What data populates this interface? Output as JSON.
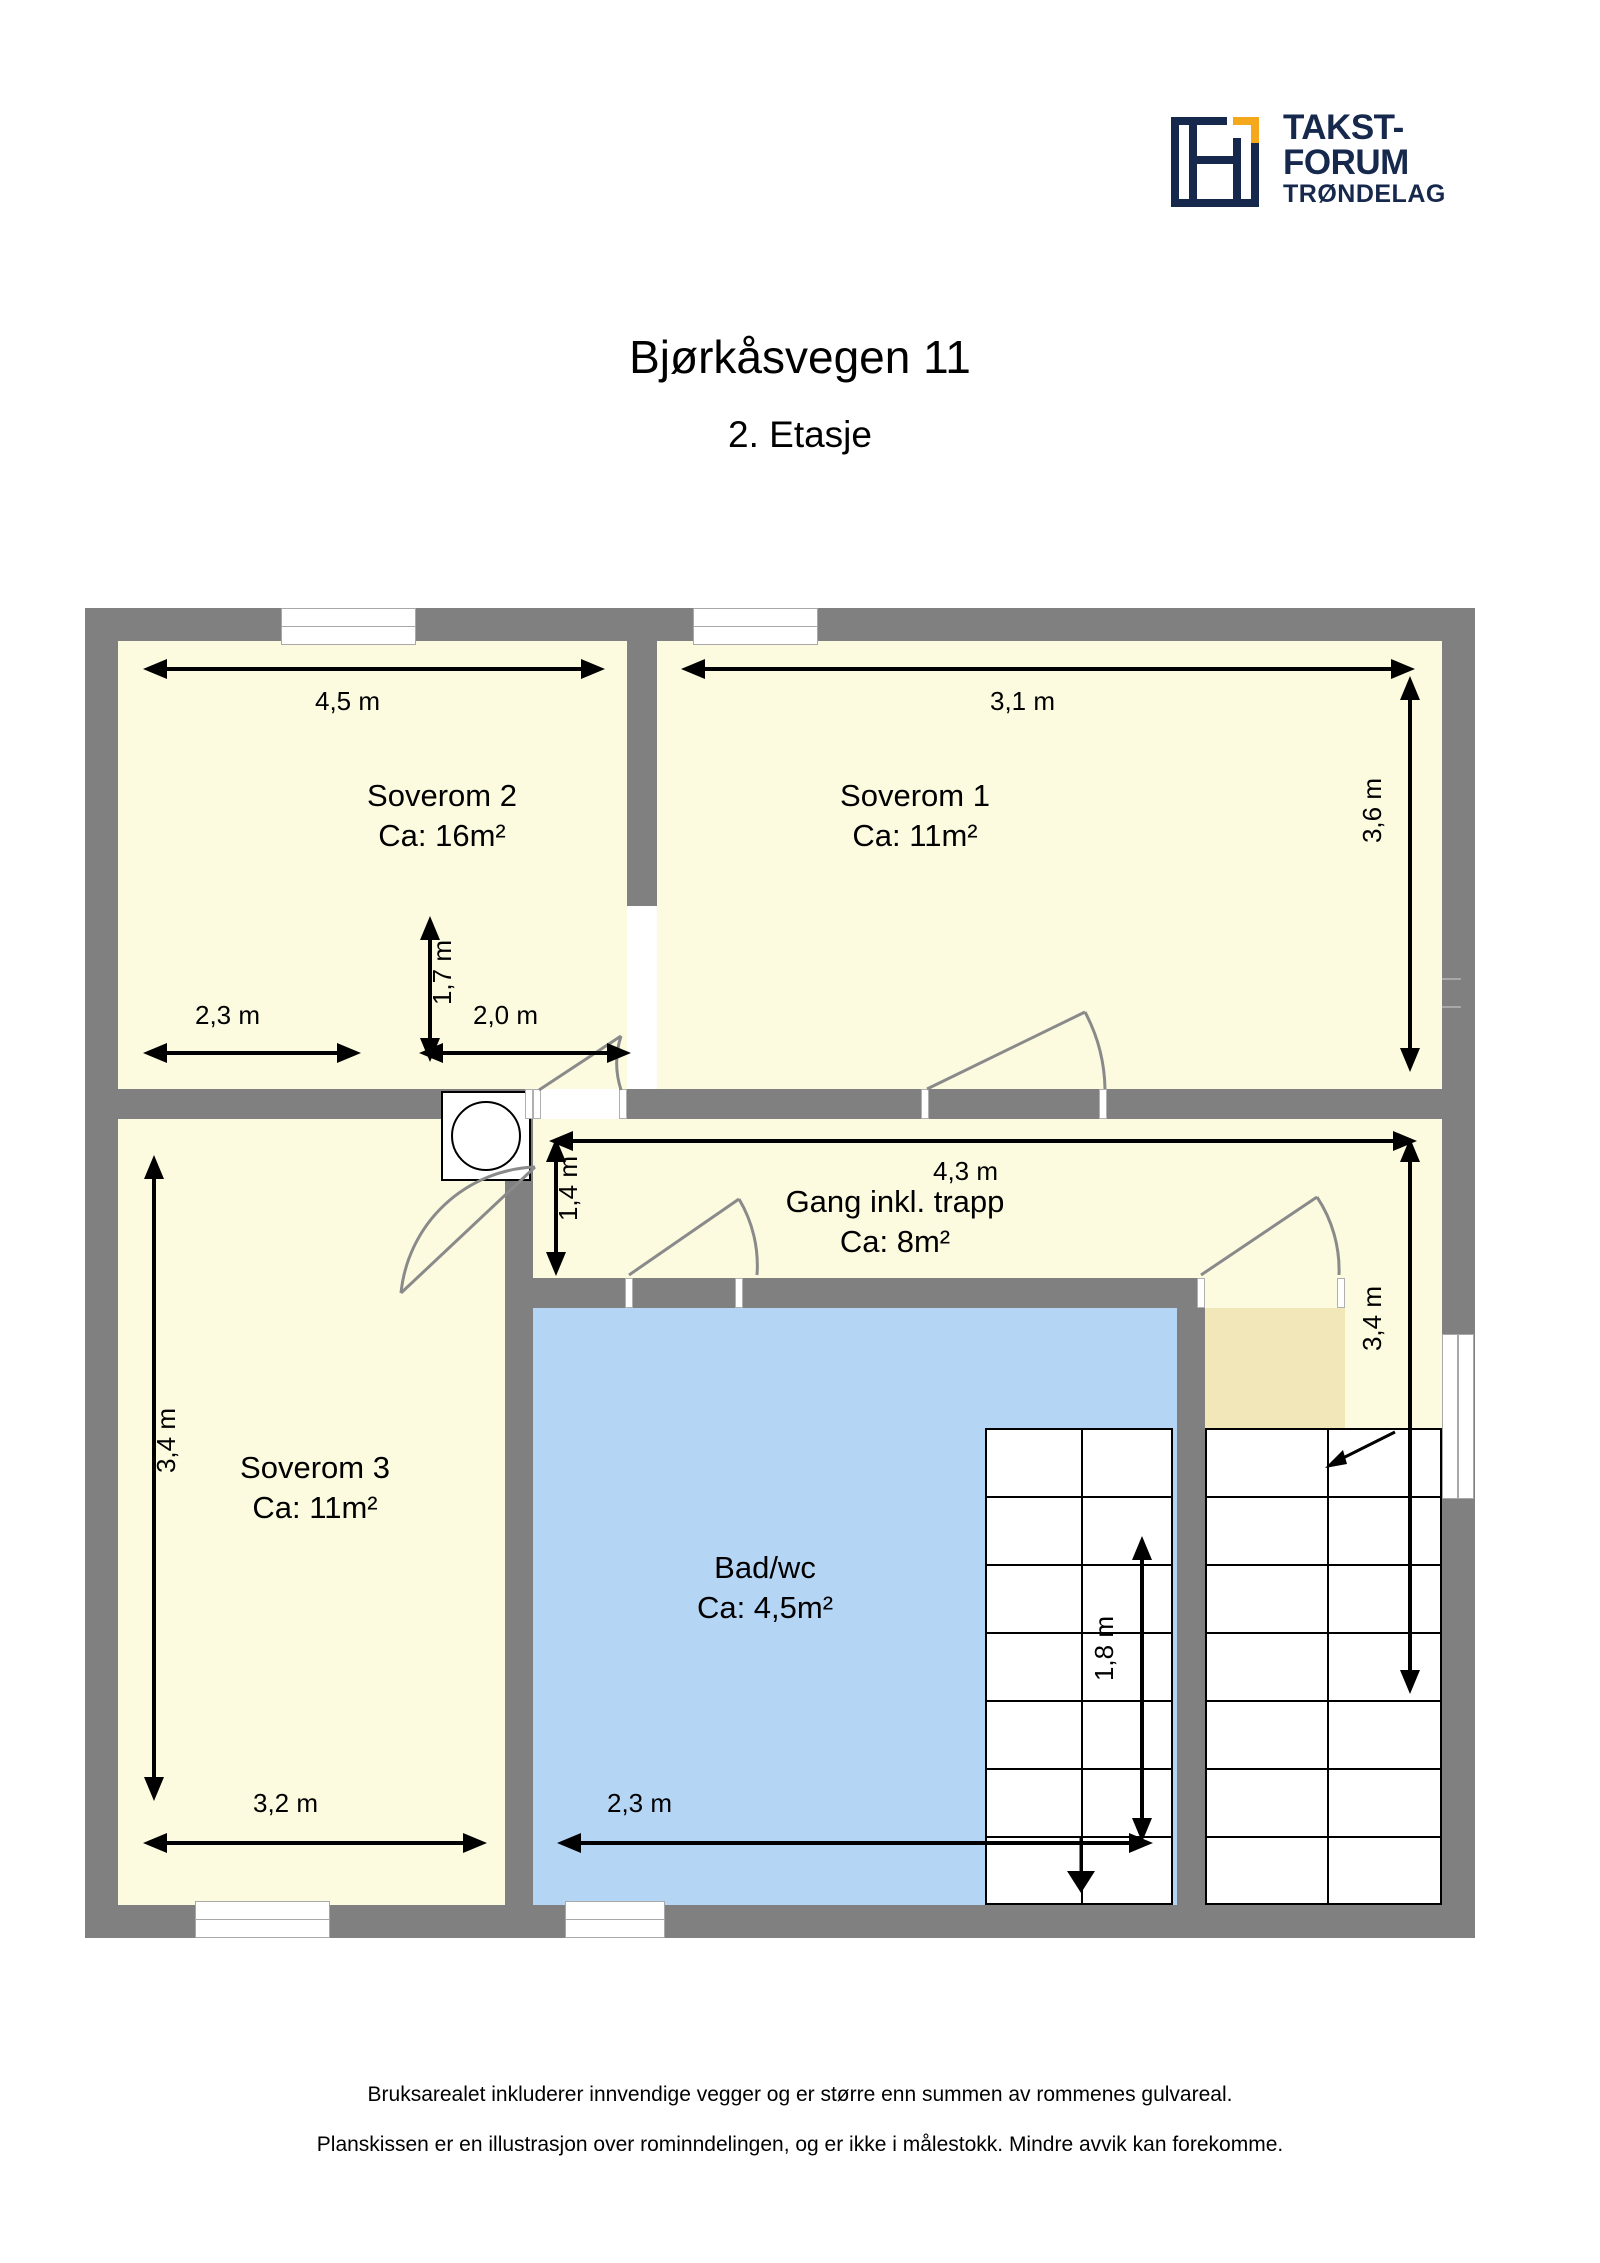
{
  "logo": {
    "line1": "TAKST-",
    "line2": "FORUM",
    "line3": "TRØNDELAG",
    "navy": "#16294d",
    "accent": "#f5a81c",
    "mark_icon": "takstforum-bracket-logo"
  },
  "header": {
    "title": "Bjørkåsvegen 11",
    "subtitle": "2. Etasje"
  },
  "colors": {
    "wall": "#808080",
    "room_fill": "#fcfbe0",
    "bath_fill": "#b5d5f5",
    "landing_fill": "#f2e7b8",
    "window": "#ffffff",
    "text": "#000000"
  },
  "rooms": [
    {
      "id": "soverom2",
      "name": "Soverom 2",
      "area": "Ca: 16m²"
    },
    {
      "id": "soverom1",
      "name": "Soverom 1",
      "area": "Ca: 11m²"
    },
    {
      "id": "soverom3",
      "name": "Soverom 3",
      "area": "Ca: 11m²"
    },
    {
      "id": "gang",
      "name": "Gang inkl. trapp",
      "area": "Ca: 8m²"
    },
    {
      "id": "badwc",
      "name": "Bad/wc",
      "area": "Ca: 4,5m²"
    }
  ],
  "dimensions": {
    "sov2_width": "4,5 m",
    "sov2_lower_width": "2,3 m",
    "sov1_width": "3,1 m",
    "sov1_height": "3,6 m",
    "closet_height": "1,7 m",
    "closet_width": "2,0 m",
    "hall_left_height": "1,4 m",
    "hall_width": "4,3 m",
    "stair_height": "3,4 m",
    "sov3_height": "3,4 m",
    "sov3_width": "3,2 m",
    "bad_height": "1,8 m",
    "bad_width": "2,3 m"
  },
  "footer": {
    "line1": "Bruksarealet inkluderer innvendige vegger og er større enn summen av rommenes gulvareal.",
    "line2": "Planskissen er en illustrasjon over rominndelingen, og er ikke i målestokk. Mindre avvik kan forekomme."
  }
}
